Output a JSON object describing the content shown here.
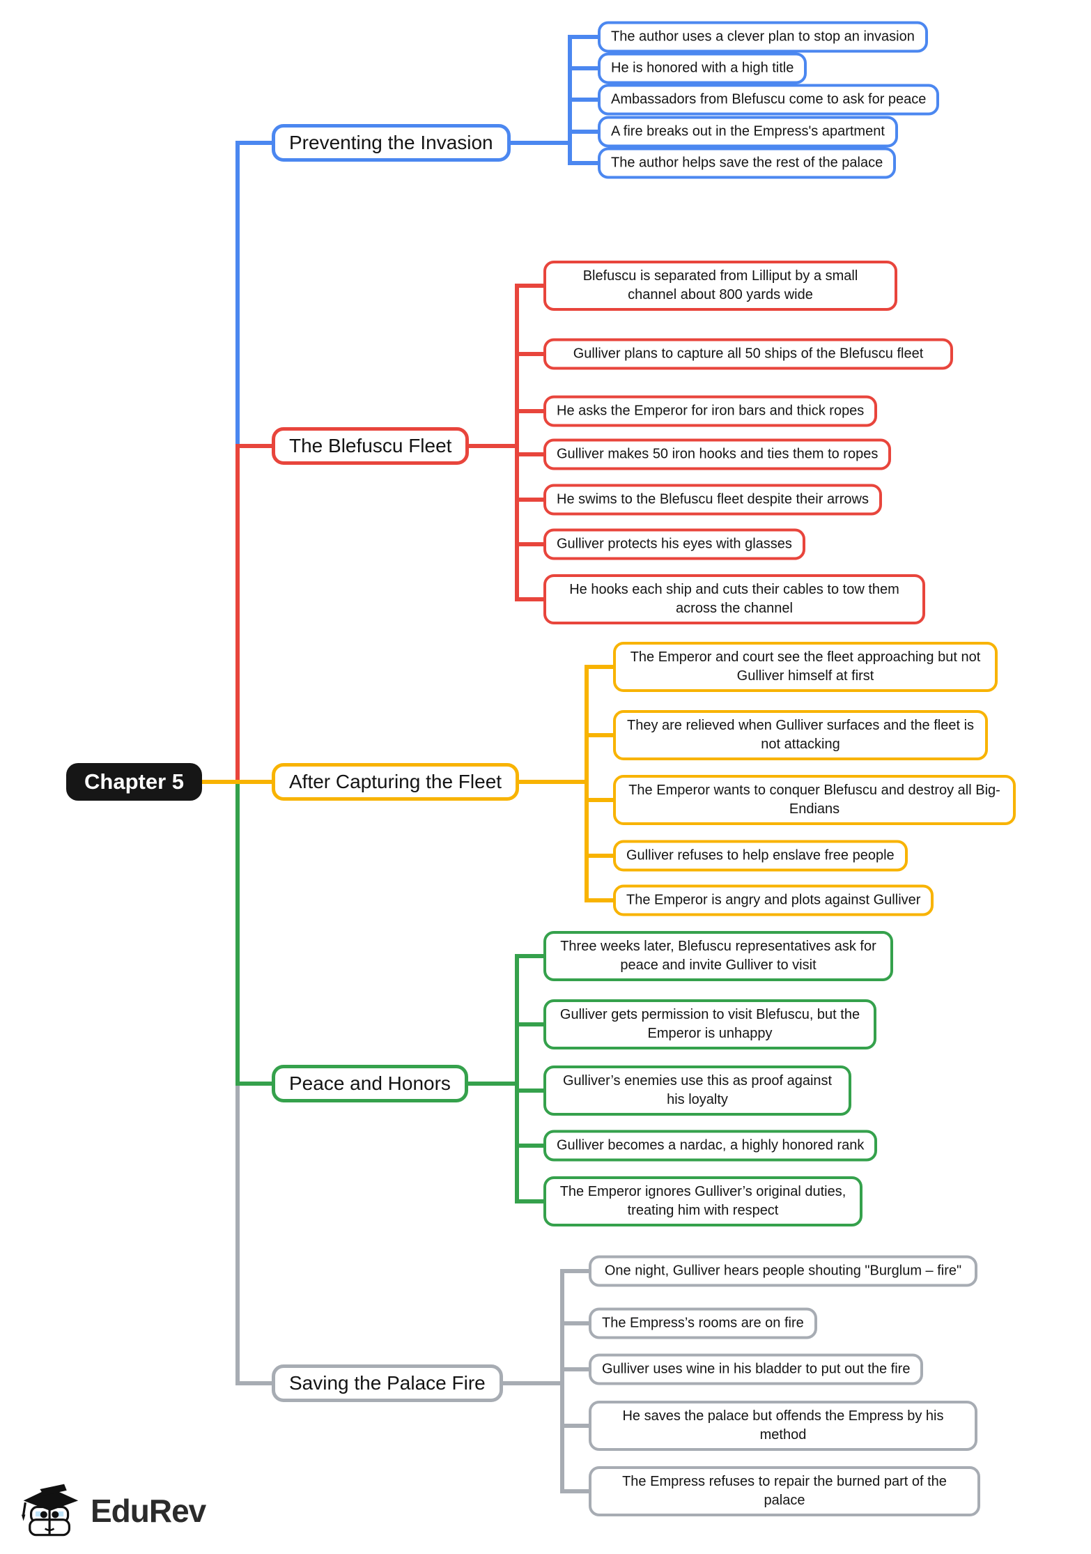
{
  "root": {
    "label": "Chapter 5",
    "bg_color": "#161616",
    "text_color": "#ffffff"
  },
  "branches": [
    {
      "title": "Preventing the Invasion",
      "color": "#4b87f0",
      "children": [
        "The author uses a clever plan to stop an invasion",
        "He is honored with a high title",
        "Ambassadors from Blefuscu come to ask for peace",
        "A fire breaks out in the Empress's apartment",
        "The author helps save the rest of the palace"
      ]
    },
    {
      "title": "The Blefuscu Fleet",
      "color": "#e8453c",
      "children": [
        "Blefuscu is separated from Lilliput by a small channel about 800 yards wide",
        "Gulliver plans to capture all 50 ships of the Blefuscu fleet",
        "He asks the Emperor for iron bars and thick ropes",
        "Gulliver makes 50 iron hooks and ties them to ropes",
        "He swims to the Blefuscu fleet despite their arrows",
        "Gulliver protects his eyes with glasses",
        "He hooks each ship and cuts their cables to tow them across the channel"
      ]
    },
    {
      "title": "After Capturing the Fleet",
      "color": "#f8b301",
      "children": [
        "The Emperor and court see the fleet approaching but not Gulliver himself at first",
        "They are relieved when Gulliver surfaces and the fleet is not attacking",
        "The Emperor wants to conquer Blefuscu and destroy all Big-Endians",
        "Gulliver refuses to help enslave free people",
        "The Emperor is angry and plots against Gulliver"
      ]
    },
    {
      "title": "Peace and Honors",
      "color": "#35a14c",
      "children": [
        "Three weeks later, Blefuscu representatives ask for peace and invite Gulliver to visit",
        "Gulliver gets permission to visit Blefuscu, but the Emperor is unhappy",
        "Gulliver’s enemies use this as proof against his loyalty",
        "Gulliver becomes a nardac, a highly honored rank",
        "The Emperor ignores Gulliver’s original duties, treating him with respect"
      ]
    },
    {
      "title": "Saving the Palace Fire",
      "color": "#a7acb3",
      "children": [
        "One night, Gulliver hears people shouting \"Burglum – fire\"",
        "The Empress’s rooms are on fire",
        "Gulliver uses wine in his bladder to put out the fire",
        "He saves the palace but offends the Empress by his method",
        "The Empress refuses to repair the burned part of the palace"
      ]
    }
  ],
  "logo": {
    "label": "EduRev"
  }
}
